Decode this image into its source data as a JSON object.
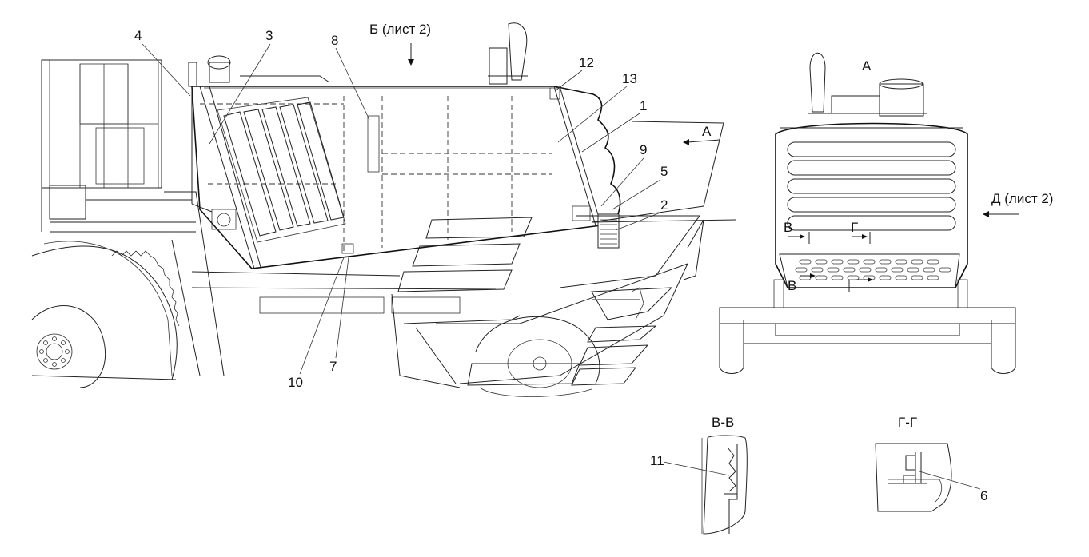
{
  "view_labels": {
    "view_b": "Б (лист 2)",
    "view_a_arrow": "А",
    "view_a_title": "А",
    "view_d": "Д (лист 2)",
    "section_v_title": "В-В",
    "section_g_title": "Г-Г",
    "cut_v_top": "В",
    "cut_v_bottom": "В",
    "cut_g": "Г"
  },
  "callouts": {
    "c1": "1",
    "c2": "2",
    "c3": "3",
    "c4": "4",
    "c5": "5",
    "c6": "6",
    "c7": "7",
    "c8": "8",
    "c9": "9",
    "c10": "10",
    "c11": "11",
    "c12": "12",
    "c13": "13"
  }
}
